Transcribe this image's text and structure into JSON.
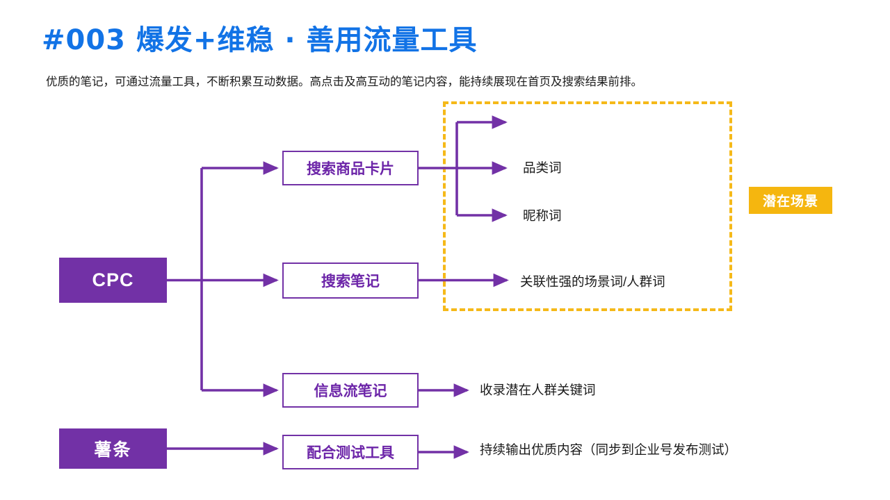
{
  "header": {
    "title": "#003  爆发+维稳 · 善用流量工具",
    "subtitle": "优质的笔记，可通过流量工具，不断积累互动数据。高点击及高互动的笔记内容，能持续展现在首页及搜索结果前排。"
  },
  "colors": {
    "title_blue": "#1273E6",
    "purple_fill": "#7231A6",
    "purple_line": "#7231A6",
    "purple_text": "#6C25A8",
    "amber": "#F5B60F",
    "dashed_amber": "#F5B919",
    "body_text": "#1a1a1a",
    "background": "#ffffff"
  },
  "diagram": {
    "sources": [
      {
        "id": "cpc",
        "label": "CPC",
        "style": "filled"
      },
      {
        "id": "shutiao",
        "label": "薯条",
        "style": "filled"
      }
    ],
    "channels": [
      {
        "id": "search-card",
        "label": "搜索商品卡片",
        "style": "outline",
        "source": "cpc"
      },
      {
        "id": "search-note",
        "label": "搜索笔记",
        "style": "outline",
        "source": "cpc"
      },
      {
        "id": "feed-note",
        "label": "信息流笔记",
        "style": "outline",
        "source": "cpc"
      },
      {
        "id": "test-tool",
        "label": "配合测试工具",
        "style": "outline",
        "source": "shutiao"
      }
    ],
    "outcomes": [
      {
        "id": "blank-top",
        "label": "",
        "from": "search-card",
        "in_dashed": true
      },
      {
        "id": "category-word",
        "label": "品类词",
        "from": "search-card",
        "in_dashed": true
      },
      {
        "id": "nickname-word",
        "label": "昵称词",
        "from": "search-card",
        "in_dashed": true
      },
      {
        "id": "scene-word",
        "label": "关联性强的场景词/人群词",
        "from": "search-note",
        "in_dashed": true
      },
      {
        "id": "keyword-collect",
        "label": "收录潜在人群关键词",
        "from": "feed-note",
        "in_dashed": false
      },
      {
        "id": "quality-output",
        "label": "持续输出优质内容（同步到企业号发布测试）",
        "from": "test-tool",
        "in_dashed": false
      }
    ],
    "dashed_region": {
      "badge_label": "潜在场景"
    }
  }
}
